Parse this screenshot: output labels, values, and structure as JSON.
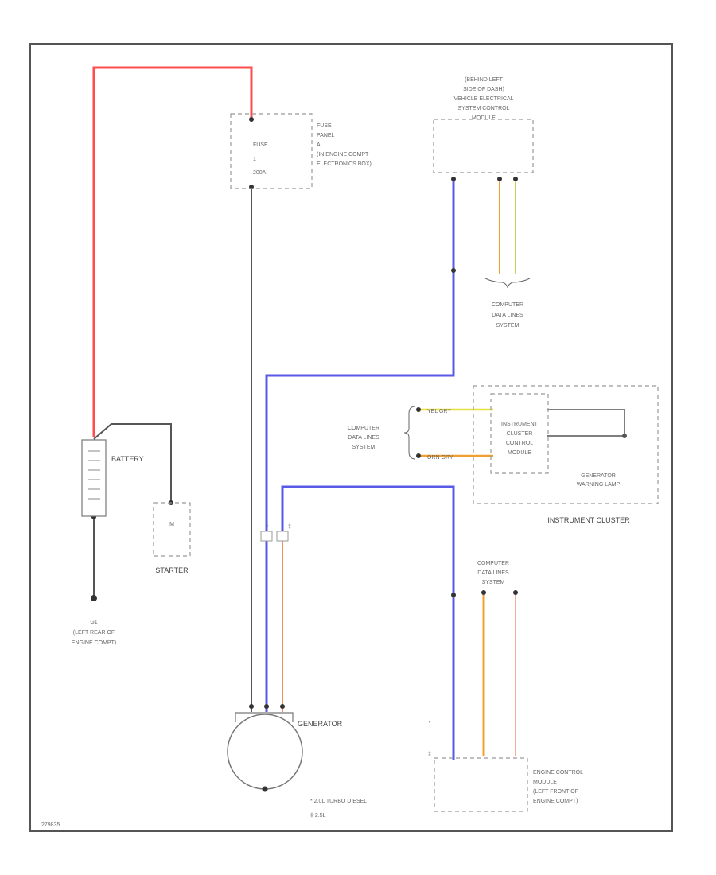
{
  "labels": {
    "fuse_panel": [
      "FUSE",
      "PANEL",
      "A",
      "(IN ENGINE COMPT",
      "ELECTRONICS BOX)"
    ],
    "fuse_name": [
      "FUSE",
      "1",
      "200A"
    ],
    "vecm": [
      "(BEHIND LEFT",
      "SIDE OF DASH)",
      "VEHICLE ELECTRICAL",
      "SYSTEM CONTROL",
      "MODULE"
    ],
    "data_lines_top": [
      "COMPUTER",
      "DATA LINES",
      "SYSTEM"
    ],
    "data_lines_mid": [
      "COMPUTER",
      "DATA LINES",
      "SYSTEM"
    ],
    "data_lines_bottom": [
      "COMPUTER",
      "DATA LINES",
      "SYSTEM"
    ],
    "icm": [
      "INSTRUMENT",
      "CLUSTER",
      "CONTROL",
      "MODULE"
    ],
    "warning_lamp": [
      "GENERATOR",
      "WARNING LAMP"
    ],
    "instrument_cluster": "INSTRUMENT CLUSTER",
    "battery": "BATTERY",
    "starter": "STARTER",
    "starter_m": "M",
    "ground": [
      "G1",
      "(LEFT REAR OF",
      "ENGINE COMPT)"
    ],
    "generator": "GENERATOR",
    "ecm": [
      "ENGINE CONTROL",
      "MODULE",
      "(LEFT FRONT OF",
      "ENGINE COMPT)"
    ],
    "legend": [
      "* 2.0L TURBO DIESEL",
      "‡ 2.5L"
    ],
    "footnote_marks": [
      "*",
      "‡"
    ],
    "wire_yel_gry": "YEL GRY",
    "wire_orn_gry": "ORN GRY",
    "diagram_id": "279835"
  },
  "colors": {
    "red_wire": "#ff4d4d",
    "blue_wire": "#5a5ae6",
    "gray_wire": "#555555",
    "orange_wire": "#f0a030",
    "green_wire": "#b8d850",
    "frame": "#555555",
    "component_outline": "#999999"
  }
}
